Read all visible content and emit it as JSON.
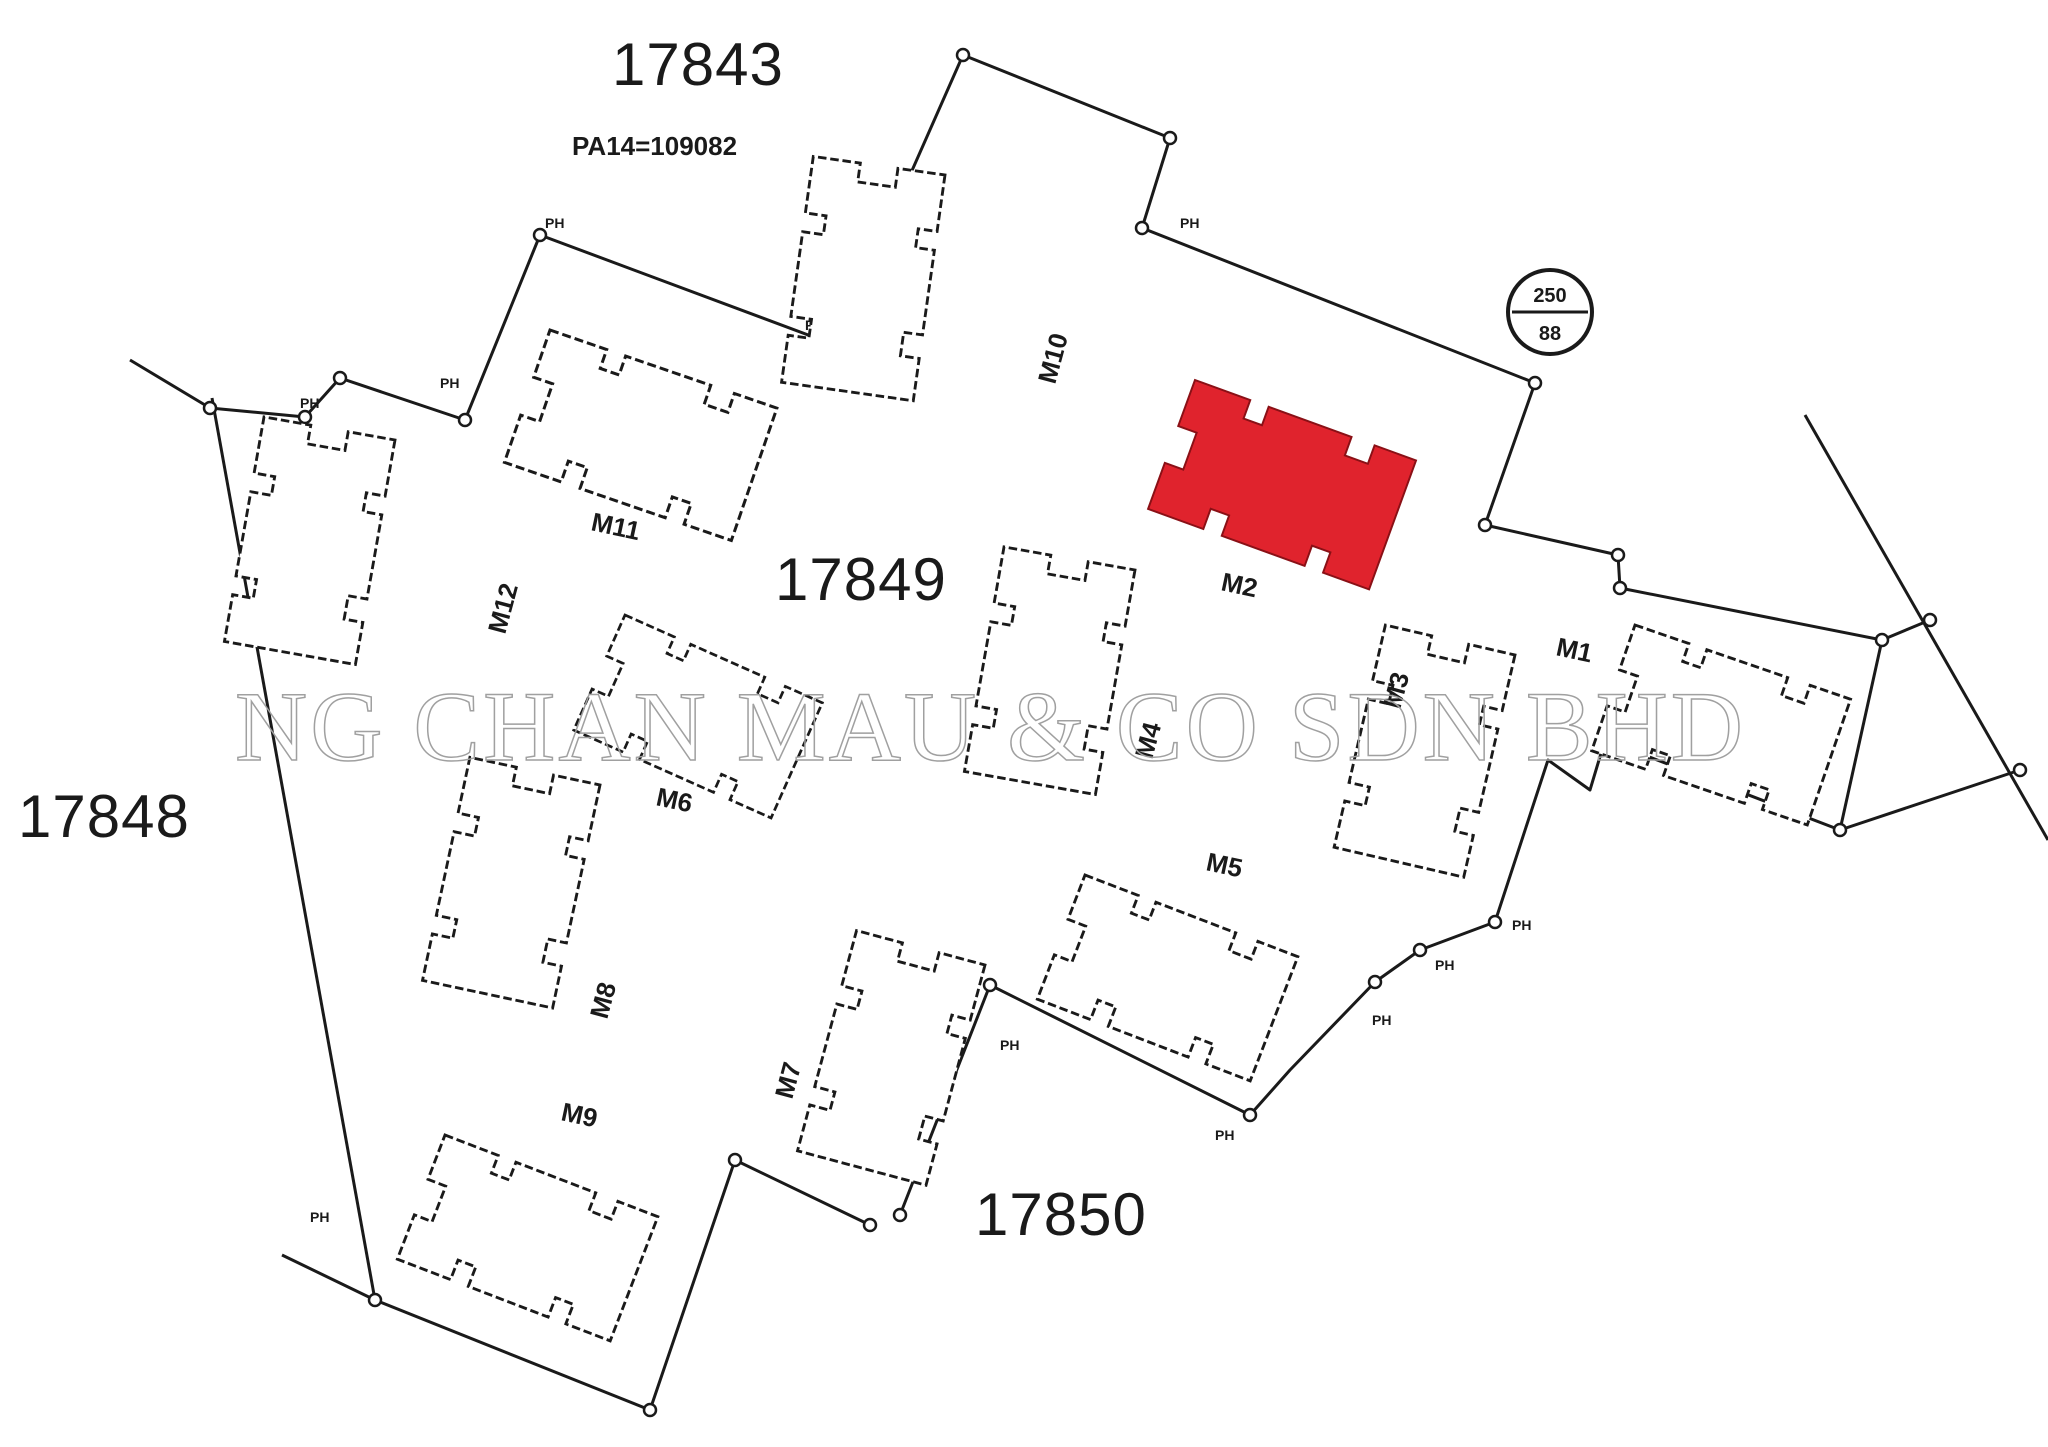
{
  "lots": {
    "north": "17843",
    "north_ref": "PA14=109082",
    "central": "17849",
    "west": "17848",
    "south": "17850"
  },
  "buildings": {
    "m1": "M1",
    "m2": "M2",
    "m3": "M3",
    "m4": "M4",
    "m5": "M5",
    "m6": "M6",
    "m7": "M7",
    "m8": "M8",
    "m9": "M9",
    "m10": "M10",
    "m11": "M11",
    "m12": "M12"
  },
  "peg_label": "PH",
  "scale_marker": {
    "top": "250",
    "bottom": "88"
  },
  "watermark": "NG CHAN MAU & CO SDN BHD",
  "colors": {
    "highlight": "#e0232d",
    "line": "#1a1a1a"
  }
}
